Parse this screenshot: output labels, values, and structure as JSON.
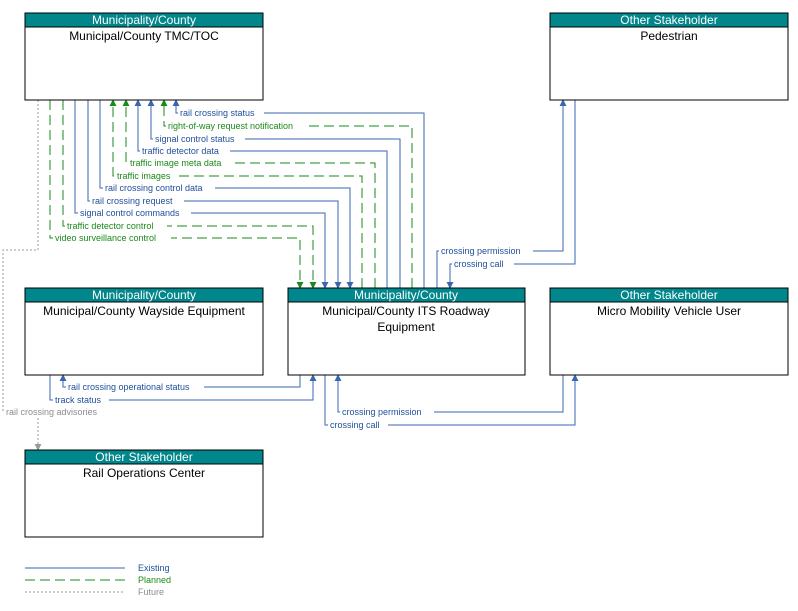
{
  "colors": {
    "header": "#00868b",
    "existing": "#3a66b0",
    "planned": "#1a8a1a",
    "future": "#9a9a9a"
  },
  "boxes": {
    "tmc": {
      "category": "Municipality/County",
      "name": "Municipal/County TMC/TOC"
    },
    "pedestrian": {
      "category": "Other Stakeholder",
      "name": "Pedestrian"
    },
    "wayside": {
      "category": "Municipality/County",
      "name": "Municipal/County Wayside Equipment"
    },
    "roadway": {
      "category": "Municipality/County",
      "name_line1": "Municipal/County ITS Roadway",
      "name_line2": "Equipment"
    },
    "micro": {
      "category": "Other Stakeholder",
      "name": "Micro Mobility Vehicle User"
    },
    "rail": {
      "category": "Other Stakeholder",
      "name": "Rail Operations Center"
    }
  },
  "flows": {
    "rail_crossing_status": "rail crossing status",
    "right_of_way_request_notification": "right-of-way request notification",
    "signal_control_status": "signal control status",
    "traffic_detector_data": "traffic detector data",
    "traffic_image_meta_data": "traffic image meta data",
    "traffic_images": "traffic images",
    "rail_crossing_control_data": "rail crossing control data",
    "rail_crossing_request": "rail crossing request",
    "signal_control_commands": "signal control commands",
    "traffic_detector_control": "traffic detector control",
    "video_surveillance_control": "video surveillance control",
    "crossing_permission_ped": "crossing permission",
    "crossing_call_ped": "crossing call",
    "rail_crossing_operational_status": "rail crossing operational status",
    "track_status": "track status",
    "rail_crossing_advisories": "rail crossing advisories",
    "crossing_permission_micro": "crossing permission",
    "crossing_call_micro": "crossing call"
  },
  "legend": {
    "existing": "Existing",
    "planned": "Planned",
    "future": "Future"
  }
}
